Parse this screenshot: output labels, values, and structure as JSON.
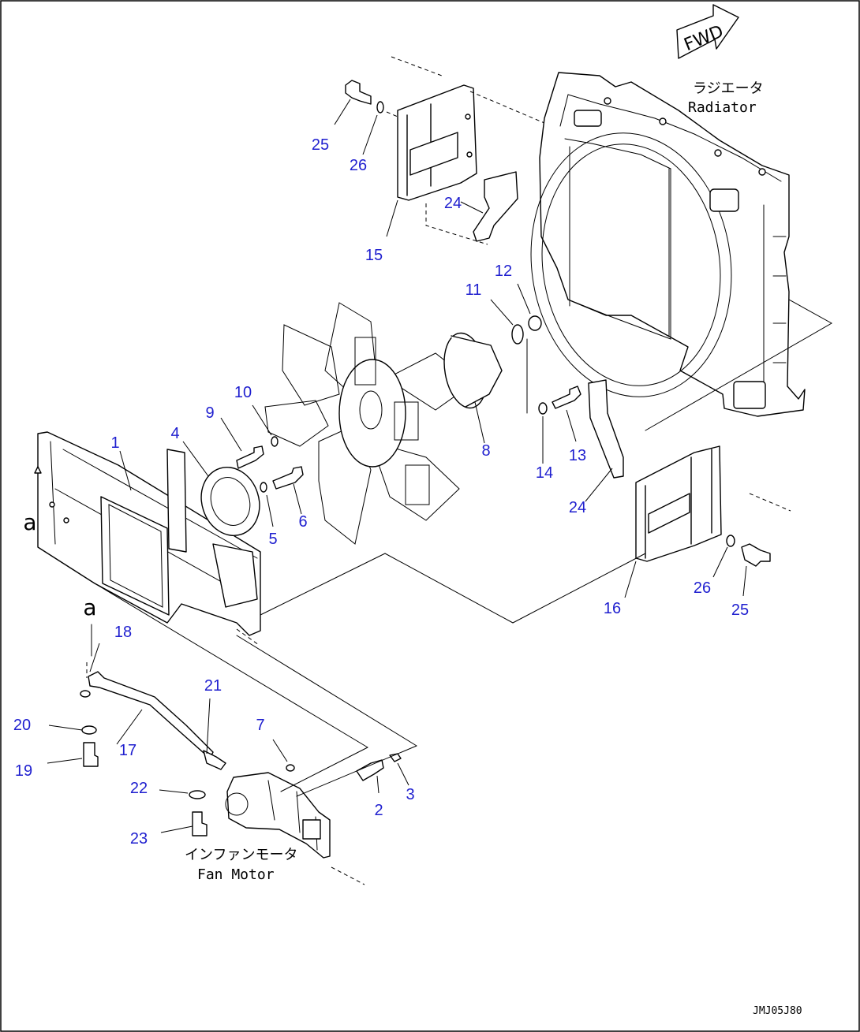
{
  "direction_indicator": "FWD",
  "labels": {
    "radiator_jp": "ラジエータ",
    "radiator_en": "Radiator",
    "fan_motor_jp": "インファンモータ",
    "fan_motor_en": "Fan Motor"
  },
  "reference_mark": "a",
  "drawing_code": "JMJ05J80",
  "callouts": [
    "1",
    "2",
    "3",
    "4",
    "5",
    "6",
    "7",
    "8",
    "9",
    "10",
    "11",
    "12",
    "13",
    "14",
    "15",
    "16",
    "17",
    "18",
    "19",
    "20",
    "21",
    "22",
    "23",
    "24",
    "24",
    "25",
    "25",
    "26",
    "26"
  ],
  "colors": {
    "callout": "#1f1fcf",
    "line": "#000000"
  }
}
